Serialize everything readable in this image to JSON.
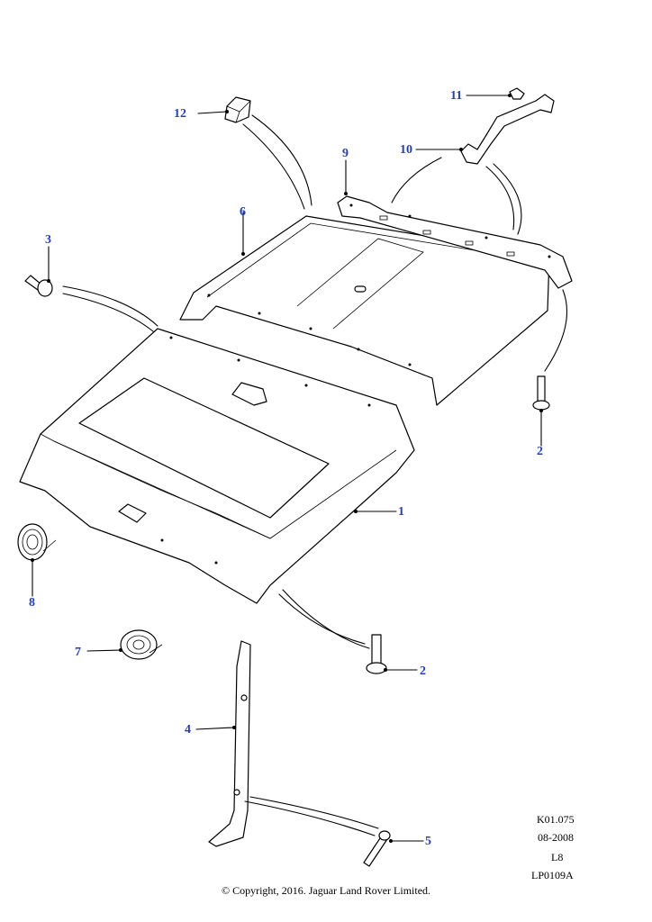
{
  "callouts": {
    "c1": "1",
    "c2a": "2",
    "c2b": "2",
    "c3": "3",
    "c4": "4",
    "c5": "5",
    "c6": "6",
    "c7": "7",
    "c8": "8",
    "c9": "9",
    "c10": "10",
    "c11": "11",
    "c12": "12"
  },
  "meta": {
    "ref": "K01.075",
    "date": "08-2008",
    "level": "L8",
    "code": "LP0109A"
  },
  "copyright": "© Copyright, 2016. Jaguar Land Rover Limited.",
  "colors": {
    "callout": "#1f3fc7",
    "line": "#000000"
  }
}
